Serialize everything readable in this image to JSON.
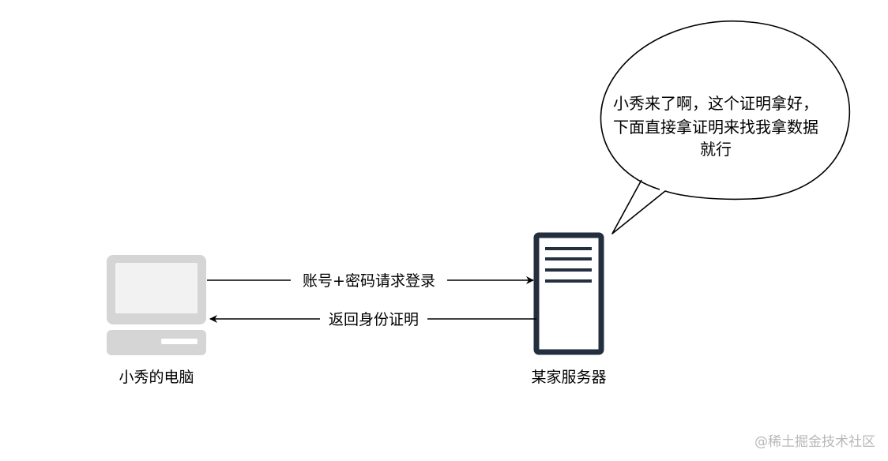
{
  "nodes": {
    "computer": {
      "label": "小秀的电脑",
      "icon": "desktop-computer-icon"
    },
    "server": {
      "label": "某家服务器",
      "icon": "server-icon"
    }
  },
  "edges": {
    "login": {
      "label": "账号+密码请求登录",
      "from": "computer",
      "to": "server"
    },
    "token": {
      "label": "返回身份证明",
      "from": "server",
      "to": "computer"
    }
  },
  "speech_bubble": {
    "lines": [
      "小秀来了啊，这个证明拿好，",
      "下面直接拿证明来找我拿数据",
      "就行"
    ]
  },
  "watermark": "@稀土掘金技术社区",
  "colors": {
    "computer_body": "#d5d5d5",
    "server_stroke": "#232f3e",
    "line": "#000000"
  }
}
